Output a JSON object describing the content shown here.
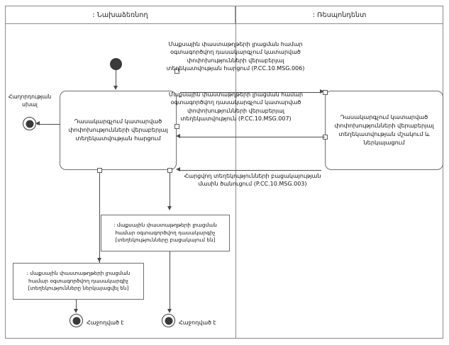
{
  "diagram": {
    "title_bar": null,
    "lanes": [
      {
        "name": "initiator",
        "label": ": Նախաձեռնող"
      },
      {
        "name": "respondent",
        "label": ": Ռեսպոնդենտ"
      }
    ],
    "nodes": {
      "start": {
        "name": "initial-node",
        "label": ""
      },
      "activity_request": {
        "label": "Դասակարգչում կատարված փոփոխությունների վերաբերյալ տեղեկատվության հարցում"
      },
      "activity_process": {
        "label": "Դասակարգչում կատարված փոփոխությունների վերաբերյալ տեղեկատվության մշակում և ներկայացում"
      },
      "final_error": {
        "label": "Հաղորդության սխալ"
      },
      "final_left": {
        "label": "Հաջողված է"
      },
      "final_center": {
        "label": "Հաջողված է"
      }
    },
    "messages": [
      {
        "id": "P.CC.10.MSG.006",
        "text": "Մաքսային փաստաթղթերի լրացման համար օգտագործվող դասակարգչում կատարված փոփոխությունների վերաբերյալ տեղեկատվության հարցում",
        "full": "Մաքսային փաստաթղթերի լրացման համար օգտագործվող դասակարգչում կատարված փոփոխությունների վերաբերյալ տեղեկատվության հարցում (P.CC.10.MSG.006)"
      },
      {
        "id": "P.CC.10.MSG.007",
        "text": "Մաքսային փաստաթղթերի լրացման համար օգտագործվող դասակարգչում կատարված փոփոխությունների վերաբերյալ տեղեկատվություն",
        "full": "Մաքսային փաստաթղթերի լրացման համար օգտագործվող դասակարգչում կատարված փոփոխությունների վերաբերյալ տեղեկատվություն (P.CC.10.MSG.007)"
      },
      {
        "id": "P.CC.10.MSG.003",
        "text": "Հարցվող տեղեկությունների բացակայության մասին ծանուցում",
        "full": "Հարցվող տեղեկությունների բացակայության մասին ծանուցում (P.CC.10.MSG.003)"
      }
    ],
    "notes": [
      {
        "name": "note-absent",
        "object": ": մաքսային փաստաթղթերի լրացման համար օգտագործվող դասակարգիչ",
        "state": "[տեղեկությունները բացակայում են]",
        "full": ": մաքսային փաստաթղթերի լրացման համար օգտագործվող դասակարգիչ [տեղեկությունները բացակայում են]"
      },
      {
        "name": "note-present",
        "object": ": մաքսային փաստաթղթերի լրացման համար օգտագործվող դասակարգիչ",
        "state": "[տեղեկությունները ներկայացվել են]",
        "full": ": մաքսային փաստաթղթերի լրացման համար օգտագործվող դասակարգիչ [տեղեկությունները ներկայացվել են]"
      }
    ],
    "colors": {
      "stroke": "#6f6f6f",
      "line": "#4a4a4a",
      "node_fill": "#3a3a3a",
      "background": "#ffffff",
      "text": "#111111"
    }
  }
}
